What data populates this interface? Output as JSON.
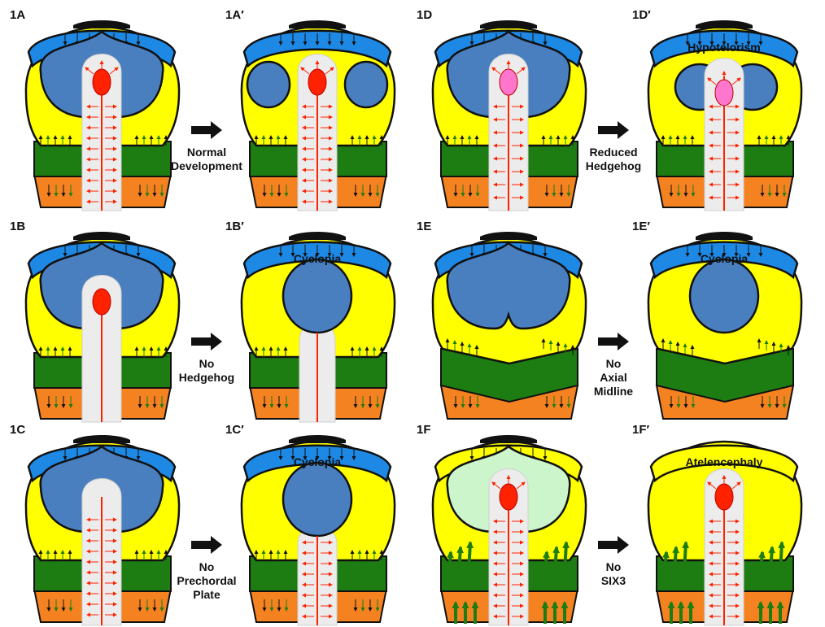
{
  "figure": {
    "rows": [
      {
        "before": {
          "label": "1A",
          "variant": "normal"
        },
        "condition": [
          "Normal",
          "Development"
        ],
        "after": {
          "label": "1A′",
          "variant": "normal_after",
          "phenotype": ""
        }
      },
      {
        "before": {
          "label": "1D",
          "variant": "reduced"
        },
        "condition": [
          "Reduced",
          "Hedgehog"
        ],
        "after": {
          "label": "1D′",
          "variant": "hypo",
          "phenotype": "Hypotelorism"
        }
      },
      {
        "before": {
          "label": "1B",
          "variant": "nohh"
        },
        "condition": [
          "No",
          "Hedgehog"
        ],
        "after": {
          "label": "1B′",
          "variant": "cyclopia_full",
          "phenotype": "Cyclopia"
        }
      },
      {
        "before": {
          "label": "1E",
          "variant": "noaxial"
        },
        "condition": [
          "No",
          "Axial",
          "Midline"
        ],
        "after": {
          "label": "1E′",
          "variant": "cyclopia_none",
          "phenotype": "Cyclopia"
        }
      },
      {
        "before": {
          "label": "1C",
          "variant": "noprechordal"
        },
        "condition": [
          "No",
          "Prechordal",
          "Plate"
        ],
        "after": {
          "label": "1C′",
          "variant": "cyclopia_noprechordal",
          "phenotype": "Cyclopia"
        }
      },
      {
        "before": {
          "label": "1F",
          "variant": "nosix3"
        },
        "condition": [
          "No",
          "SIX3"
        ],
        "after": {
          "label": "1F′",
          "variant": "atel",
          "phenotype": "Atelencephaly"
        }
      }
    ]
  },
  "colors": {
    "blue_band": "#1e88e5",
    "yellow": "#ffff00",
    "green": "#1e7d12",
    "orange": "#f58220",
    "eye_field": "#4a7fbf",
    "midline": "#ececec",
    "red": "#ff2200",
    "pink": "#ff77cc",
    "light_green": "#ccf5cc",
    "outline": "#111111"
  },
  "icons": {
    "arrow": "right-arrow-icon"
  }
}
